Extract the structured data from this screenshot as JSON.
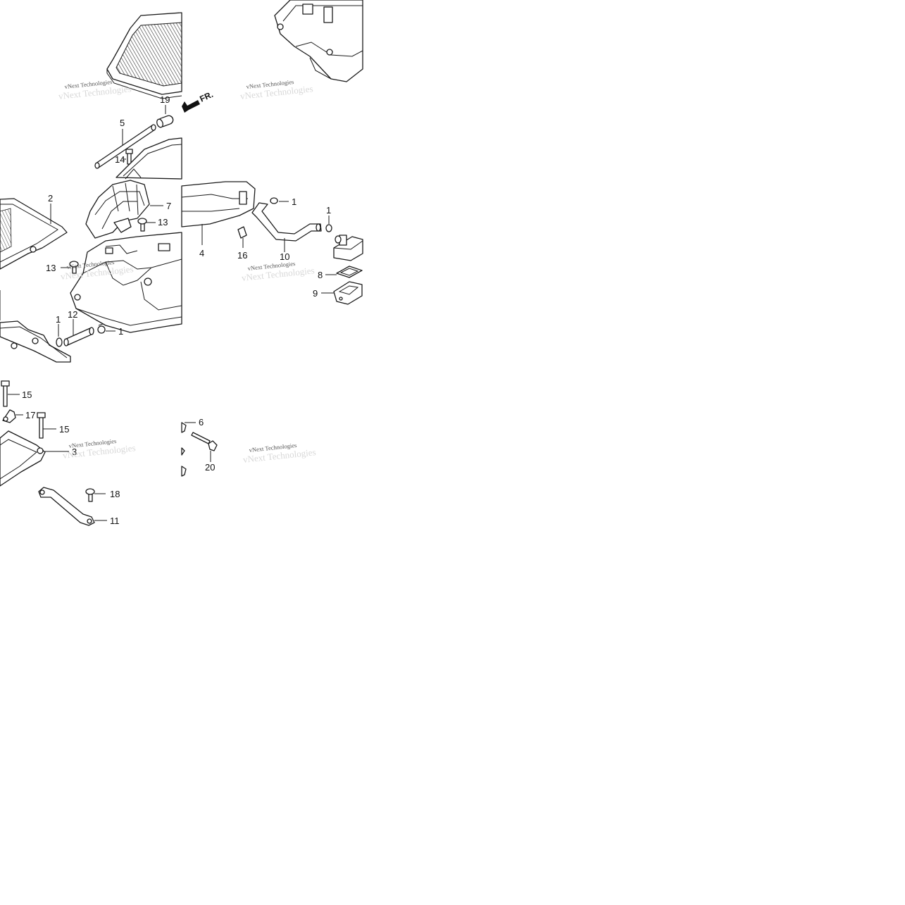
{
  "diagram": {
    "callouts": [
      "1",
      "1",
      "1",
      "1",
      "2",
      "3",
      "4",
      "5",
      "6",
      "7",
      "8",
      "9",
      "10",
      "11",
      "12",
      "13",
      "13",
      "14",
      "15",
      "15",
      "16",
      "17",
      "18",
      "19",
      "20"
    ],
    "direction_label": "FR.",
    "watermark": {
      "line1": "vNext Technologies",
      "line2": "vNext Technologies"
    }
  },
  "colors": {
    "line": "#1a1a1a",
    "background": "#ffffff",
    "watermark_dark": "#555555",
    "watermark_light": "#d8d8d8"
  }
}
